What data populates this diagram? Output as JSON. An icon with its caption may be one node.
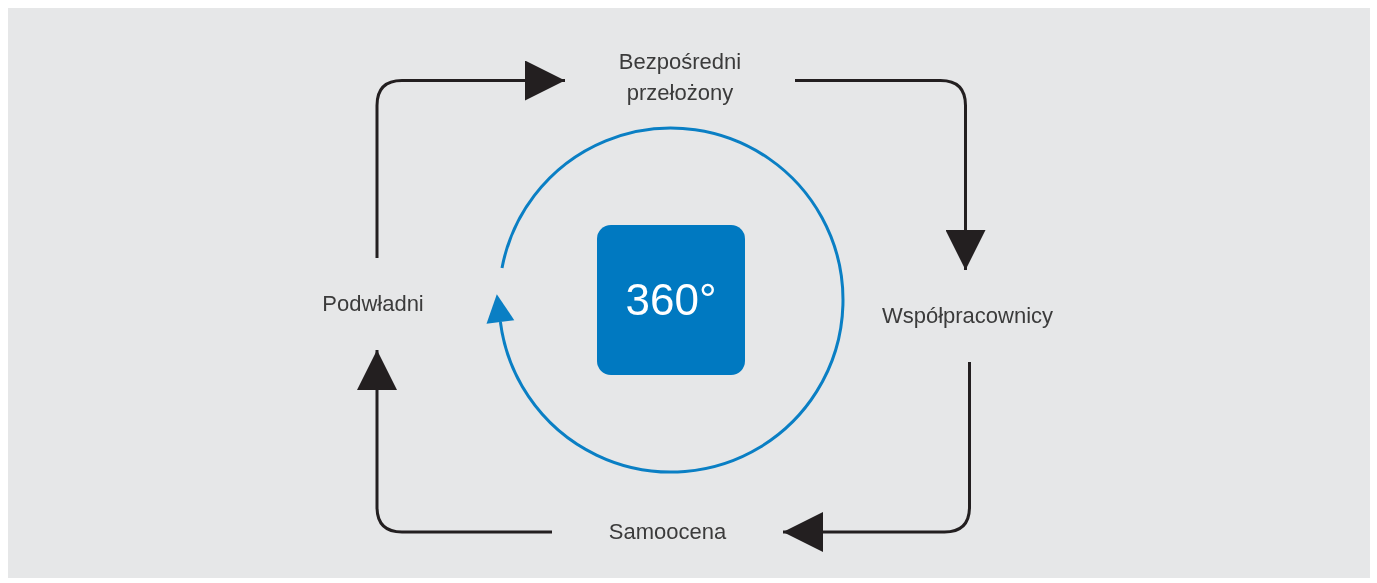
{
  "diagram": {
    "nodes": [
      {
        "text": [
          "Bezpośredni przełożony"
        ]
      },
      {
        "text": [
          "Współpracownicy"
        ]
      },
      {
        "text": [
          "Samoocena"
        ]
      },
      {
        "text": [
          "Podwładni"
        ]
      },
      {
        "text": [
          "360°"
        ]
      }
    ],
    "edges": [
      {
        "from": 3,
        "to": 0,
        "arrow": "to"
      },
      {
        "from": 0,
        "to": 1,
        "arrow": "to"
      },
      {
        "from": 1,
        "to": 2,
        "arrow": "to"
      },
      {
        "from": 2,
        "to": 3,
        "arrow": "to"
      }
    ]
  }
}
